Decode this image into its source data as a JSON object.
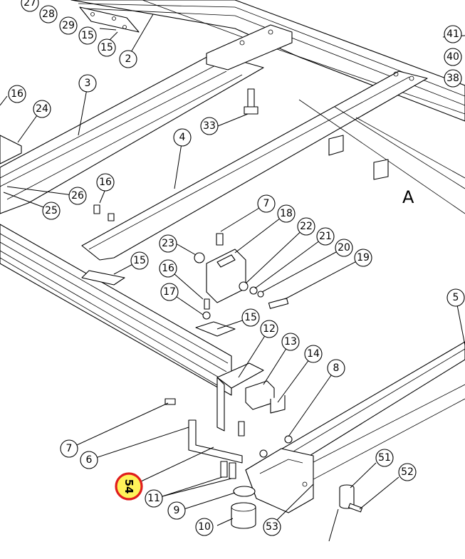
{
  "diagram": {
    "view_label": "A",
    "highlight": {
      "label": "54",
      "ring_color": "#e01d1d",
      "fill_color": "#fff35a"
    },
    "callouts": [
      {
        "label": "27"
      },
      {
        "label": "28"
      },
      {
        "label": "29"
      },
      {
        "label": "15"
      },
      {
        "label": "15"
      },
      {
        "label": "2"
      },
      {
        "label": "41"
      },
      {
        "label": "40"
      },
      {
        "label": "38"
      },
      {
        "label": "3"
      },
      {
        "label": "16"
      },
      {
        "label": "24"
      },
      {
        "label": "33"
      },
      {
        "label": "4"
      },
      {
        "label": "16"
      },
      {
        "label": "26"
      },
      {
        "label": "25"
      },
      {
        "label": "15"
      },
      {
        "label": "7"
      },
      {
        "label": "18"
      },
      {
        "label": "23"
      },
      {
        "label": "22"
      },
      {
        "label": "21"
      },
      {
        "label": "20"
      },
      {
        "label": "19"
      },
      {
        "label": "16"
      },
      {
        "label": "17"
      },
      {
        "label": "15"
      },
      {
        "label": "5"
      },
      {
        "label": "12"
      },
      {
        "label": "13"
      },
      {
        "label": "14"
      },
      {
        "label": "8"
      },
      {
        "label": "7"
      },
      {
        "label": "6"
      },
      {
        "label": "51"
      },
      {
        "label": "52"
      },
      {
        "label": "11"
      },
      {
        "label": "9"
      },
      {
        "label": "10"
      },
      {
        "label": "53"
      }
    ]
  }
}
